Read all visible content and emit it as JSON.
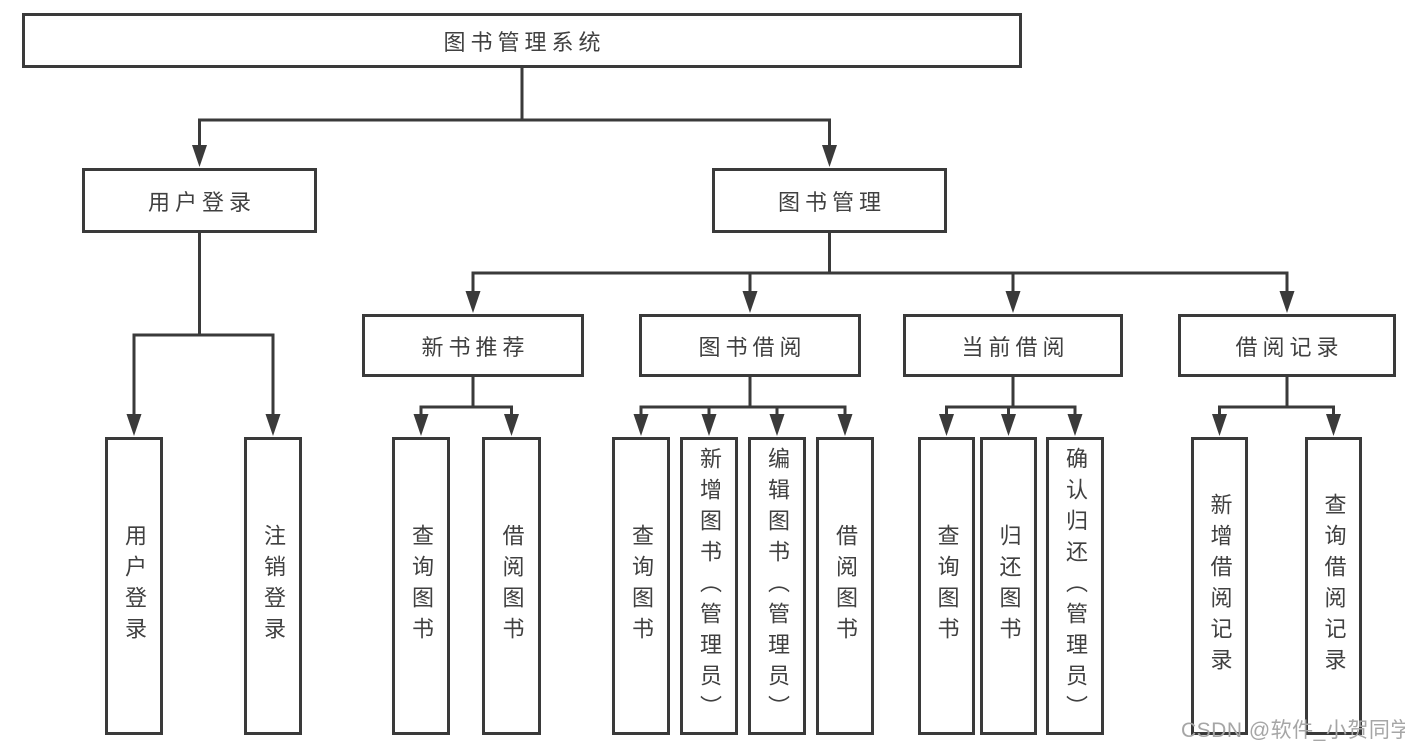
{
  "diagram": {
    "root": "图书管理系统",
    "level2": {
      "user_login": "用户登录",
      "book_management": "图书管理"
    },
    "level3": {
      "new_book_recommend": "新书推荐",
      "book_borrow": "图书借阅",
      "current_borrow": "当前借阅",
      "borrow_records": "借阅记录"
    },
    "leaves": {
      "user_login": [
        "用户登录",
        "注销登录"
      ],
      "new_book_recommend": [
        "查询图书",
        "借阅图书"
      ],
      "book_borrow": [
        "查询图书",
        "新增图书（管理员）",
        "编辑图书（管理员）",
        "借阅图书"
      ],
      "current_borrow": [
        "查询图书",
        "归还图书",
        "确认归还（管理员）"
      ],
      "borrow_records": [
        "新增借阅记录",
        "查询借阅记录"
      ]
    }
  },
  "watermark": "CSDN @软件_小贺同学",
  "colors": {
    "line": "#3a3a3a",
    "text": "#404040",
    "watermark": "#a6a6a6",
    "background": "#ffffff"
  }
}
